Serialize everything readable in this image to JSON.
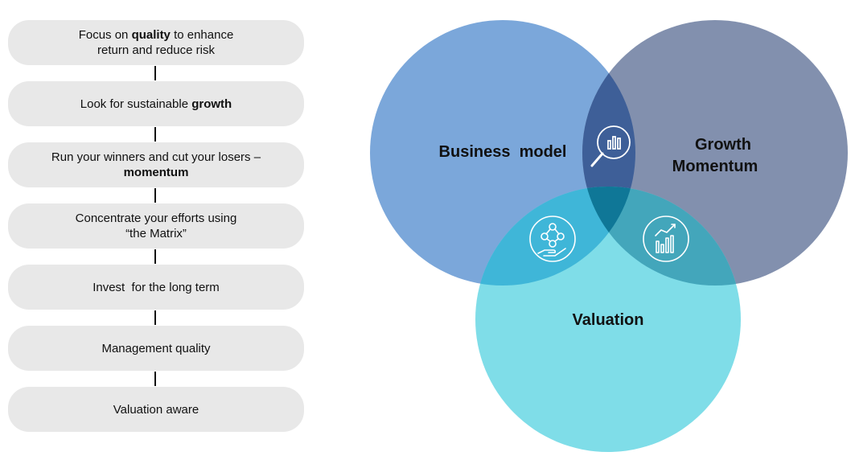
{
  "steps": [
    {
      "before": "Focus on ",
      "bold": "quality",
      "after": " to enhance",
      "line2": "return and reduce risk"
    },
    {
      "before": "Look for sustainable ",
      "bold": "growth",
      "after": "",
      "line2": ""
    },
    {
      "before": "Run your winners and cut your losers –",
      "bold": "",
      "after": "",
      "line2_bold": "momentum"
    },
    {
      "before": "Concentrate your efforts using",
      "bold": "",
      "after": "",
      "line2": "“the Matrix”"
    },
    {
      "before": "Invest  for the long term",
      "bold": "",
      "after": "",
      "line2": ""
    },
    {
      "before": "Management quality",
      "bold": "",
      "after": "",
      "line2": ""
    },
    {
      "before": "Valuation aware",
      "bold": "",
      "after": "",
      "line2": ""
    }
  ],
  "venn": {
    "business_model": "Business  model",
    "growth_line1": "Growth",
    "growth_line2": "Momentum",
    "valuation": "Valuation",
    "colors": {
      "business_model": "#7ba7da",
      "growth_momentum": "#8290ae",
      "valuation": "#7fdde8",
      "overlap_bm_gm": "#3e5f98",
      "overlap_bm_val": "#3fb6d8",
      "overlap_gm_val": "#43a6bb",
      "overlap_all": "#0f7797"
    },
    "icons": [
      "magnifier-chart-icon",
      "hand-network-icon",
      "growth-chart-icon"
    ]
  }
}
